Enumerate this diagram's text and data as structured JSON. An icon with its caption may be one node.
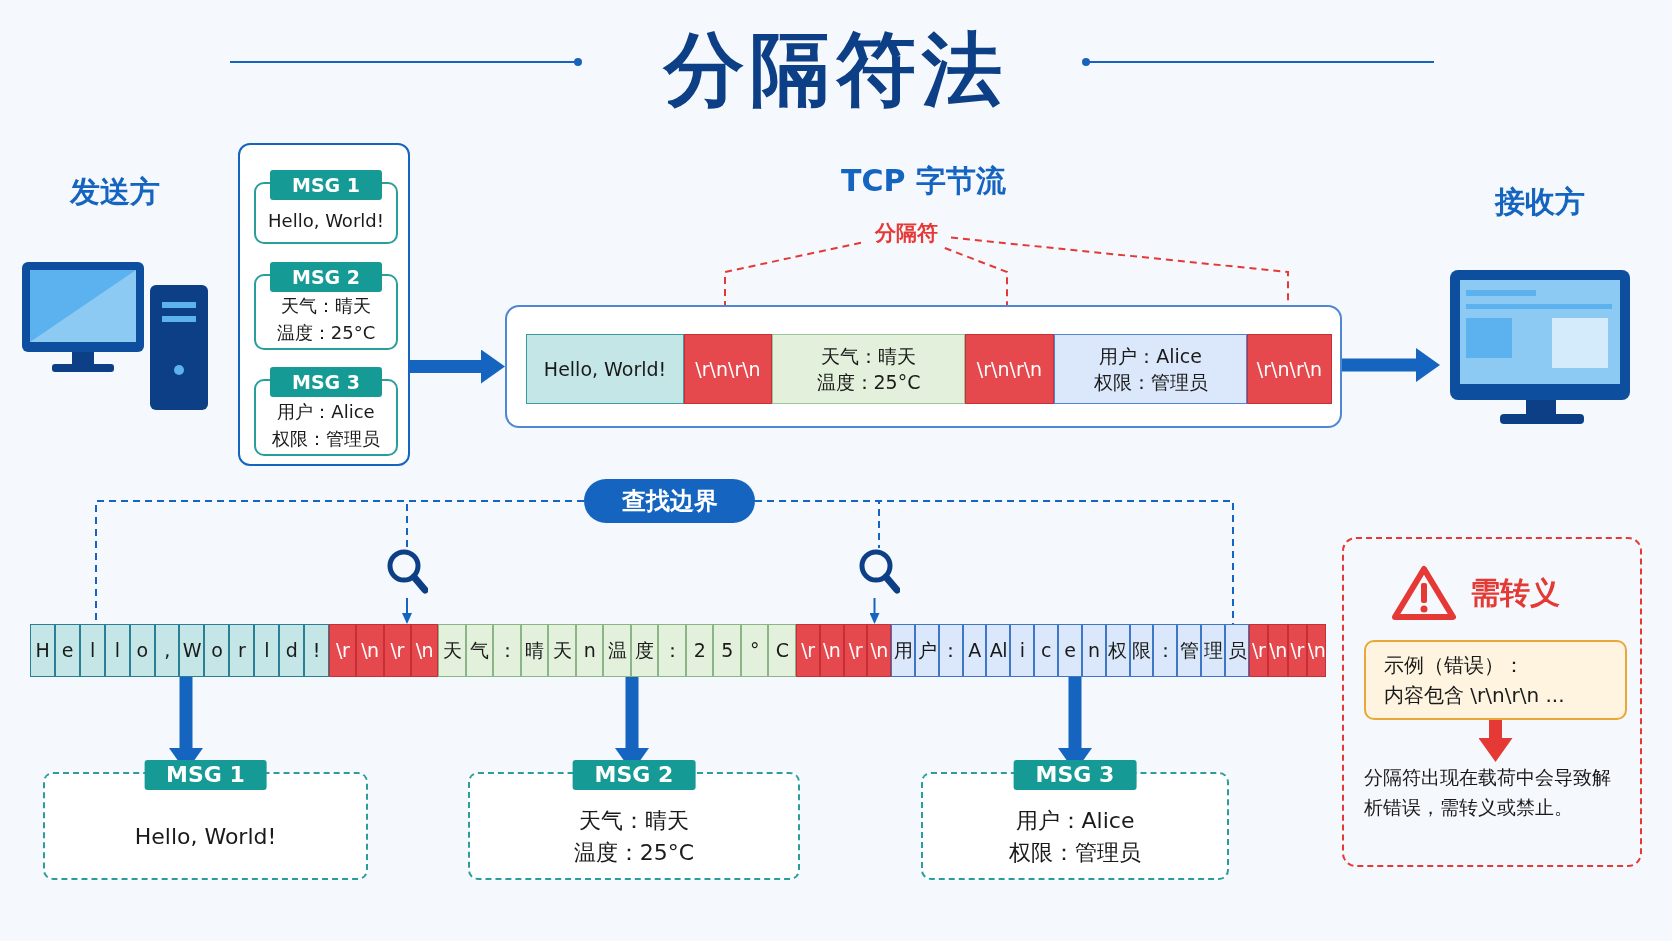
{
  "diagram": {
    "title": "分隔符法",
    "nodes": [
      {
        "text": [
          "发送方"
        ]
      },
      {
        "text": [],
        "shape": "box"
      },
      {
        "text": [
          "MSG 1",
          "Hello, World!"
        ],
        "in": 1
      },
      {
        "text": [
          "MSG 2",
          "天气：晴天",
          "温度：25°C"
        ],
        "in": 1
      },
      {
        "text": [
          "MSG 3",
          "用户：Alice",
          "权限：管理员"
        ],
        "in": 1
      },
      {
        "text": [
          "TCP 字节流"
        ]
      },
      {
        "text": [
          "Hello, World!"
        ],
        "in": 5
      },
      {
        "text": [
          "\\r\\n\\r\\n"
        ],
        "in": 5
      },
      {
        "text": [
          "天气：晴天",
          "温度：25°C"
        ],
        "in": 5
      },
      {
        "text": [
          "\\r\\n\\r\\n"
        ],
        "in": 5
      },
      {
        "text": [
          "用户：Alice",
          "权限：管理员"
        ],
        "in": 5
      },
      {
        "text": [
          "\\r\\n\\r\\n"
        ],
        "in": 5
      },
      {
        "text": [
          "分隔符"
        ]
      },
      {
        "text": [
          "接收方"
        ]
      },
      {
        "text": [
          "查找边界"
        ]
      },
      {
        "text": [
          "H",
          "e",
          "l",
          "l",
          "o",
          ",",
          "W",
          "o",
          "r",
          "l",
          "d",
          "!"
        ]
      },
      {
        "text": [
          "\\r",
          "\\n",
          "\\r",
          "\\n"
        ]
      },
      {
        "text": [
          "天",
          "气",
          "：",
          "晴",
          "天",
          "n",
          "温",
          "度",
          "：",
          "2",
          "5",
          "°",
          "C"
        ]
      },
      {
        "text": [
          "\\r",
          "\\n",
          "\\r",
          "\\n"
        ]
      },
      {
        "text": [
          "用",
          "户",
          "：",
          "A",
          "Al",
          "i",
          "c",
          "e",
          "n",
          "权",
          "限",
          "：",
          "管",
          "理",
          "员"
        ]
      },
      {
        "text": [
          "\\r",
          "\\n",
          "\\r",
          "\\n"
        ]
      },
      {
        "text": [],
        "shape": "magnifier"
      },
      {
        "text": [],
        "shape": "magnifier"
      },
      {
        "text": [
          "MSG 1",
          "Hello, World!"
        ]
      },
      {
        "text": [
          "MSG 2",
          "天气：晴天",
          "温度：25°C"
        ]
      },
      {
        "text": [
          "MSG 3",
          "用户：Alice",
          "权限：管理员"
        ]
      },
      {
        "text": [
          "需转义"
        ]
      },
      {
        "text": [
          "示例（错误）：",
          "内容包含 \\r\\n\\r\\n ..."
        ],
        "in": 26
      },
      {
        "text": [
          "分隔符出现在载荷中会导致解析错误，需转义或禁止。"
        ],
        "in": 26
      }
    ],
    "edges": [
      {
        "from": 1,
        "to": 5,
        "arrow": "to",
        "style": "thick"
      },
      {
        "from": 5,
        "to": 13,
        "arrow": "to",
        "style": "thick"
      },
      {
        "from": 12,
        "to": 7,
        "arrow": "to",
        "style": "dashed",
        "color": "#e53935"
      },
      {
        "from": 12,
        "to": 9,
        "arrow": "to",
        "style": "dashed",
        "color": "#e53935"
      },
      {
        "from": 12,
        "to": 11,
        "arrow": "to",
        "style": "dashed",
        "color": "#e53935"
      },
      {
        "from": 14,
        "to": 15,
        "arrow": "none",
        "style": "dashed"
      },
      {
        "from": 14,
        "to": 21,
        "arrow": "none",
        "style": "dashed"
      },
      {
        "from": 21,
        "to": 16,
        "arrow": "to"
      },
      {
        "from": 14,
        "to": 22,
        "arrow": "none",
        "style": "dashed"
      },
      {
        "from": 22,
        "to": 18,
        "arrow": "to"
      },
      {
        "from": 14,
        "to": 19,
        "arrow": "none",
        "style": "dashed"
      },
      {
        "from": 15,
        "to": 23,
        "arrow": "to",
        "style": "thick"
      },
      {
        "from": 17,
        "to": 24,
        "arrow": "to",
        "style": "thick"
      },
      {
        "from": 19,
        "to": 25,
        "arrow": "to",
        "style": "thick"
      },
      {
        "from": 27,
        "to": 28,
        "arrow": "to",
        "style": "thick",
        "color": "#e53935"
      }
    ]
  }
}
